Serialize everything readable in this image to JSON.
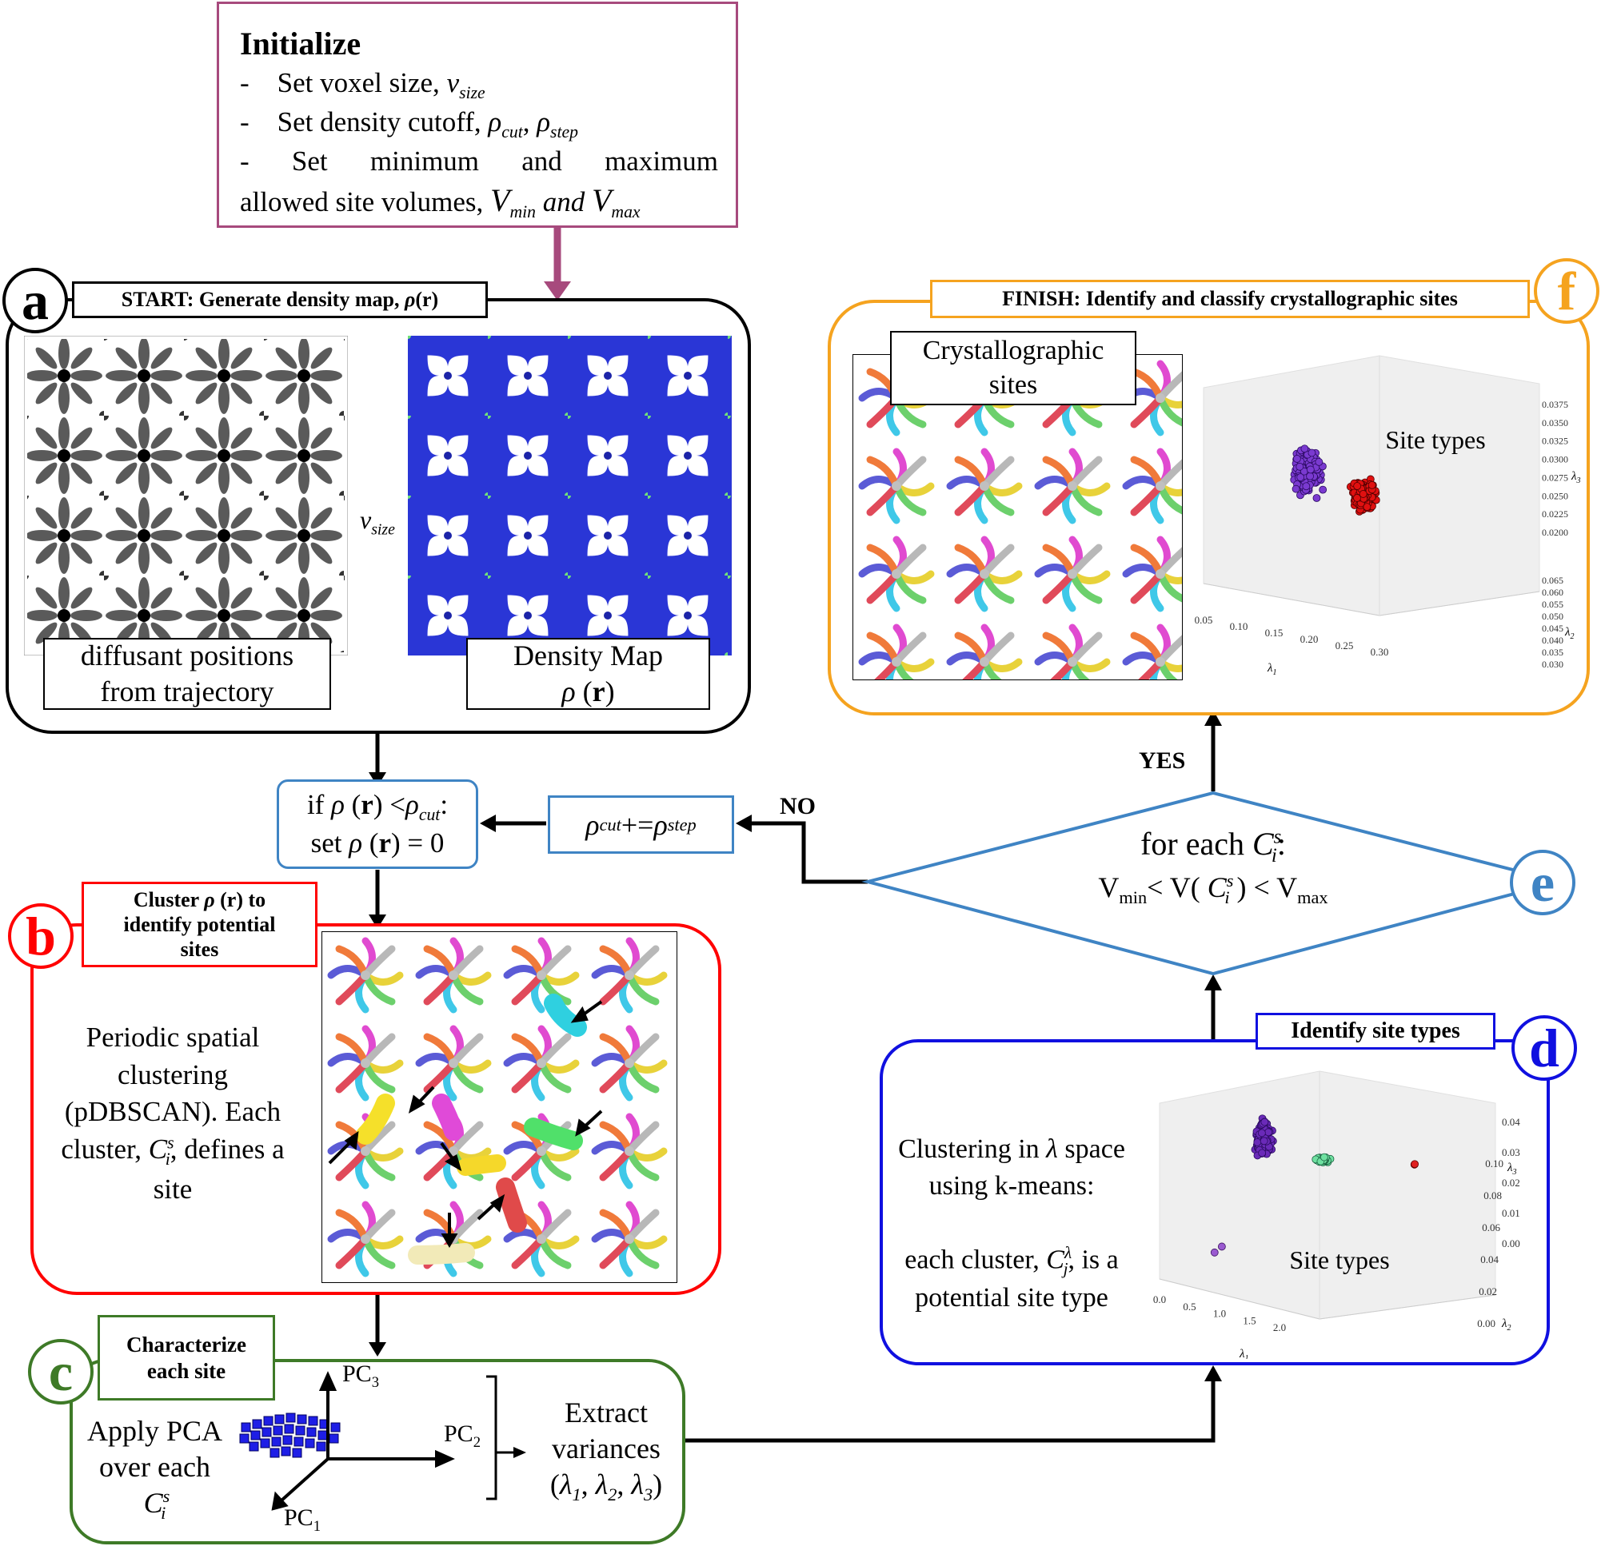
{
  "colors": {
    "init": "#a74a7d",
    "a": "#000000",
    "b": "#ff0000",
    "c": "#3e7a27",
    "d": "#1010e0",
    "e": "#3f84c4",
    "f": "#f5a31f",
    "density_blue": "#2a36d6"
  },
  "initialize": {
    "title": "Initialize",
    "dash": "-",
    "item1": "Set voxel size, ",
    "item1_sym": "v",
    "item1_sub": "size",
    "item2": "Set density cutoff, ",
    "item2_sym1": "ρ",
    "item2_sub1": "cut",
    "item2_sep": ", ",
    "item2_sym2": "ρ",
    "item2_sub2": "step",
    "item3a": "Set",
    "item3b": "minimum",
    "item3c": "and",
    "item3d": "maximum",
    "item3_line2": "allowed site volumes, ",
    "item3_vmin": "V",
    "item3_vmin_sub": "min",
    "item3_and": " and ",
    "item3_vmax": "V",
    "item3_vmax_sub": "max"
  },
  "panel_a": {
    "badge": "a",
    "tag_prefix": "START: Generate density map, ",
    "tag_rho": "ρ",
    "tag_r": " (r)",
    "caption_left_1": "diffusant positions",
    "caption_left_2": "from trajectory",
    "caption_right_1": "Density Map",
    "caption_right_rho": "ρ",
    "caption_right_r": "r",
    "arrow_label": "v",
    "arrow_label_sub": "size"
  },
  "threshold_box": {
    "line1_prefix": "if ",
    "rho": "ρ",
    "r": "r",
    "lt": " <",
    "cut_sub": "cut",
    "colon": ":",
    "line2_prefix": "set ",
    "line2_suffix": " = 0"
  },
  "update_box": {
    "rho": "ρ",
    "cut_sub": "cut",
    "op": " += ",
    "step_sub": "step"
  },
  "panel_b": {
    "badge": "b",
    "tag_line1_prefix": "Cluster ",
    "tag_rho": "ρ",
    "tag_line1_suffix": " (r) to",
    "tag_line2": "identify potential",
    "tag_line3": "sites",
    "desc1": "Periodic spatial",
    "desc2": "clustering",
    "desc3": "(pDBSCAN). Each",
    "desc4_prefix": "cluster, ",
    "desc4_sym": "C",
    "desc4_sup": "s",
    "desc4_sub": "i",
    "desc4_suffix": ", defines a",
    "desc5": "site"
  },
  "panel_c": {
    "badge": "c",
    "tag_line1": "Characterize",
    "tag_line2": "each site",
    "apply1": "Apply PCA",
    "apply2": "over each",
    "apply_sym": "C",
    "apply_sup": "s",
    "apply_sub": "i",
    "pc3": "PC",
    "pc3_sub": "3",
    "pc2": "PC",
    "pc2_sub": "2",
    "pc1": "PC",
    "pc1_sub": "1",
    "extract1": "Extract",
    "extract2": "variances",
    "lambda": "λ",
    "l1": "1",
    "l2": "2",
    "l3": "3"
  },
  "panel_d": {
    "badge": "d",
    "tag": "Identify site types",
    "desc1_prefix": "Clustering in ",
    "desc1_lambda": "λ",
    "desc1_suffix": " space",
    "desc2": "using k-means:",
    "desc3_prefix": "each cluster, ",
    "desc3_sym": "C",
    "desc3_sup": "λ",
    "desc3_sub": "j",
    "desc3_suffix": ", is a",
    "desc4": "potential site type",
    "plot_label": "Site types",
    "x_ticks": [
      "0.0",
      "0.5",
      "1.0",
      "1.5",
      "2.0"
    ],
    "x_label": "λ",
    "x_label_sub": "1",
    "y_ticks": [
      "0.00",
      "0.02",
      "0.04",
      "0.06",
      "0.08",
      "0.10"
    ],
    "y_label": "λ",
    "y_label_sub": "2",
    "z_ticks": [
      "0.00",
      "0.01",
      "0.02",
      "0.03",
      "0.04"
    ],
    "z_label": "λ",
    "z_label_sub": "3"
  },
  "panel_e": {
    "badge": "e",
    "line1": "for each ",
    "sym": "C",
    "sup": "s",
    "sub": "i",
    "colon": ":",
    "vmin": "V",
    "vmin_sub": "min",
    "lt1": "< V( ",
    "close": " )",
    "lt2": "  < V",
    "vmax_sub": "max",
    "no": "NO",
    "yes": "YES"
  },
  "panel_f": {
    "badge": "f",
    "tag": "FINISH: Identify and classify crystallographic sites",
    "cryst_label_1": "Crystallographic",
    "cryst_label_2": "sites",
    "plot_label": "Site types",
    "x_ticks": [
      "0.05",
      "0.10",
      "0.15",
      "0.20",
      "0.25",
      "0.30"
    ],
    "x_label": "λ",
    "x_label_sub": "1",
    "y_ticks": [
      "0.030",
      "0.035",
      "0.040",
      "0.045",
      "0.050",
      "0.055",
      "0.060",
      "0.065"
    ],
    "y_label": "λ",
    "y_label_sub": "2",
    "z_ticks": [
      "0.0200",
      "0.0225",
      "0.0250",
      "0.0275",
      "0.0300",
      "0.0325",
      "0.0350",
      "0.0375"
    ],
    "z_label": "λ",
    "z_label_sub": "3"
  }
}
